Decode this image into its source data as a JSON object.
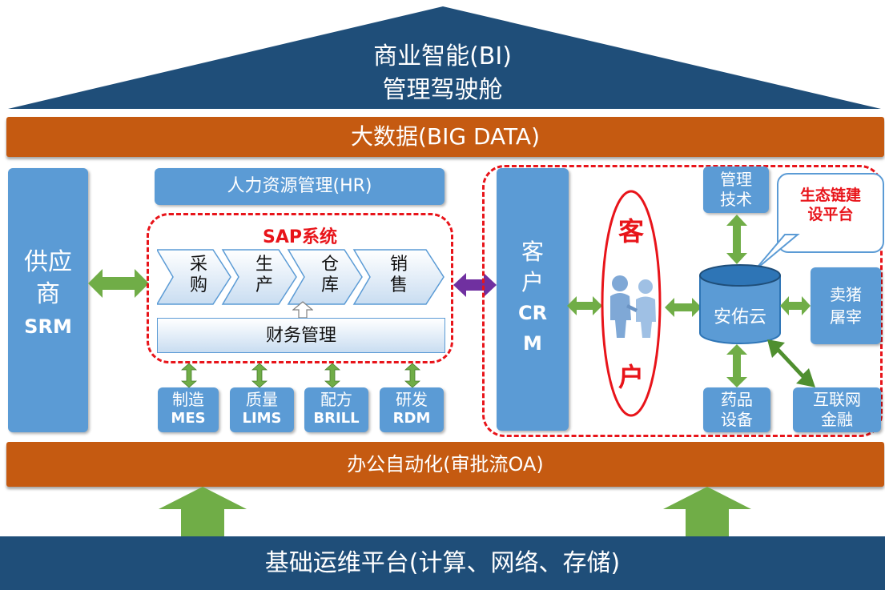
{
  "roof": {
    "line1": "商业智能(BI)",
    "line2": "管理驾驶舱"
  },
  "bigdata": "大数据(BIG DATA)",
  "supplier": {
    "line1": "供应",
    "line2": "商",
    "line3": "SRM"
  },
  "hr": "人力资源管理(HR)",
  "sap": {
    "title": "SAP系统",
    "process": [
      {
        "top": "采",
        "bottom": "购"
      },
      {
        "top": "生",
        "bottom": "产"
      },
      {
        "top": "仓",
        "bottom": "库"
      },
      {
        "top": "销",
        "bottom": "售"
      }
    ],
    "finance": "财务管理"
  },
  "modules": [
    {
      "cn": "制造",
      "en": "MES"
    },
    {
      "cn": "质量",
      "en": "LIMS"
    },
    {
      "cn": "配方",
      "en": "BRILL"
    },
    {
      "cn": "研发",
      "en": "RDM"
    }
  ],
  "crm": {
    "line1": "客",
    "line2": "户",
    "line3": "CR",
    "line4": "M"
  },
  "customer": {
    "top": "客",
    "bottom": "户"
  },
  "mgmt_tech": {
    "line1": "管理",
    "line2": "技术"
  },
  "eco": {
    "line1": "生态链建",
    "line2": "设平台"
  },
  "cloud": "安佑云",
  "pig": {
    "line1": "卖猪",
    "line2": "屠宰"
  },
  "drug": {
    "line1": "药品",
    "line2": "设备"
  },
  "finance_net": {
    "line1": "互联网",
    "line2": "金融"
  },
  "oa": "办公自动化(审批流OA)",
  "base": "基础运维平台(计算、网络、存储)",
  "colors": {
    "roof": "#1f4e79",
    "orange": "#c55a11",
    "blue": "#5b9bd5",
    "green": "#70ad47",
    "purple": "#7030a0",
    "red": "#e8141a"
  }
}
